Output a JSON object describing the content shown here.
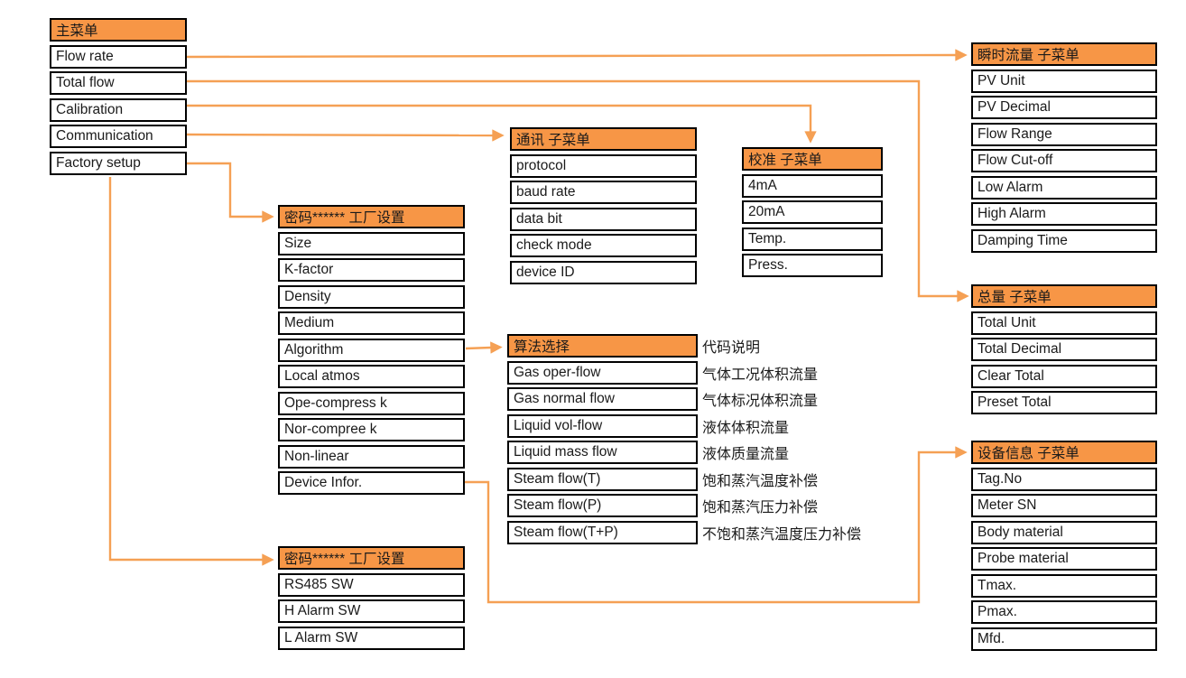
{
  "colors": {
    "header-orange": "#F79646",
    "arrow-orange": "#F5A054",
    "border-black": "#000000",
    "text-dark": "#1A1A1A",
    "background": "#FFFFFF"
  },
  "boxes": {
    "main": {
      "header": "主菜单",
      "items": [
        "Flow rate",
        "Total flow",
        "Calibration",
        "Communication",
        "Factory setup"
      ]
    },
    "comm": {
      "header": "通讯 子菜单",
      "items": [
        "protocol",
        "baud rate",
        "data bit",
        "check mode",
        "device ID"
      ]
    },
    "calib": {
      "header": "校准 子菜单",
      "items": [
        "4mA",
        "20mA",
        "Temp.",
        "Press."
      ]
    },
    "instant": {
      "header": "瞬时流量 子菜单",
      "items": [
        "PV Unit",
        "PV Decimal",
        "Flow Range",
        "Flow Cut-off",
        "Low Alarm",
        "High Alarm",
        "Damping Time"
      ]
    },
    "total": {
      "header": "总量 子菜单",
      "items": [
        "Total Unit",
        "Total Decimal",
        "Clear Total",
        "Preset Total"
      ]
    },
    "factory1": {
      "header": "密码****** 工厂设置",
      "items": [
        "Size",
        "K-factor",
        "Density",
        "Medium",
        "Algorithm",
        "Local atmos",
        "Ope-compress k",
        "Nor-compree k",
        "Non-linear",
        "Device Infor."
      ]
    },
    "algorithm": {
      "header": "算法选择",
      "items": [
        "Gas oper-flow",
        "Gas normal flow",
        "Liquid vol-flow",
        "Liquid mass flow",
        "Steam flow(T)",
        "Steam flow(P)",
        "Steam flow(T+P)"
      ]
    },
    "factory2": {
      "header": "密码****** 工厂设置",
      "items": [
        "RS485 SW",
        "H Alarm SW",
        "L Alarm SW"
      ]
    },
    "deviceinfo": {
      "header": "设备信息 子菜单",
      "items": [
        "Tag.No",
        "Meter SN",
        "Body material",
        "Probe material",
        "Tmax.",
        "Pmax.",
        "Mfd."
      ]
    }
  },
  "descriptions": {
    "title": "代码说明",
    "items": [
      "气体工况体积流量",
      "气体标况体积流量",
      "液体体积流量",
      "液体质量流量",
      "饱和蒸汽温度补偿",
      "饱和蒸汽压力补偿",
      "不饱和蒸汽温度压力补偿"
    ]
  }
}
